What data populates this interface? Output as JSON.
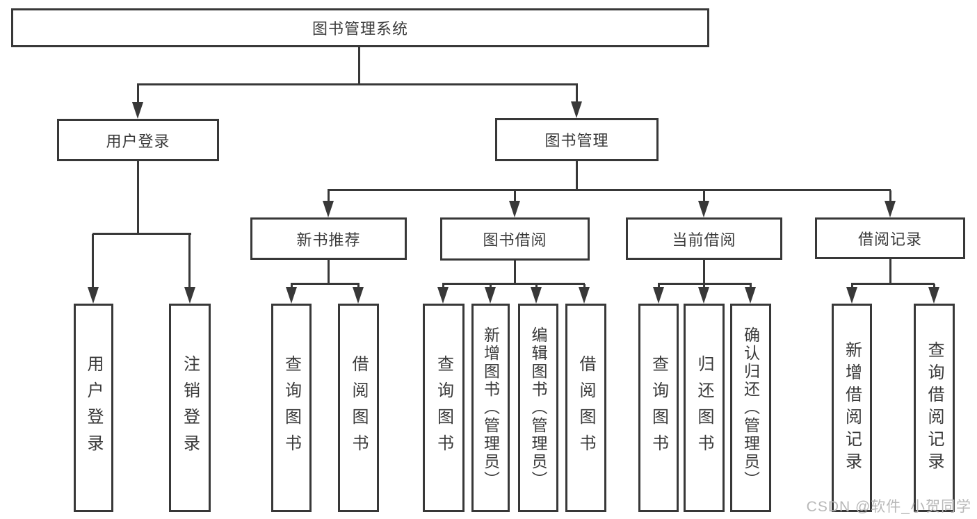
{
  "diagram": {
    "root": {
      "label": "图书管理系统"
    },
    "level2": [
      {
        "label": "用户登录"
      },
      {
        "label": "图书管理"
      }
    ],
    "level3": [
      {
        "label": "新书推荐"
      },
      {
        "label": "图书借阅"
      },
      {
        "label": "当前借阅"
      },
      {
        "label": "借阅记录"
      }
    ],
    "leaves": {
      "user": [
        {
          "label": "用户登录"
        },
        {
          "label": "注销登录"
        }
      ],
      "new_book": [
        {
          "label": "查询图书"
        },
        {
          "label": "借阅图书"
        }
      ],
      "book_borrow": [
        {
          "label": "查询图书"
        },
        {
          "label": "新增图书（管理员）"
        },
        {
          "label": "编辑图书（管理员）"
        },
        {
          "label": "借阅图书"
        }
      ],
      "current_borrow": [
        {
          "label": "查询图书"
        },
        {
          "label": "归还图书"
        },
        {
          "label": "确认归还（管理员）"
        }
      ],
      "borrow_record": [
        {
          "label": "新增借阅记录"
        },
        {
          "label": "查询借阅记录"
        }
      ]
    },
    "watermark": "CSDN @软件_小贺同学",
    "colors": {
      "line": "#383838",
      "text": "#3a3a3a",
      "watermark": "#b8b8b8",
      "background": "#ffffff"
    }
  }
}
